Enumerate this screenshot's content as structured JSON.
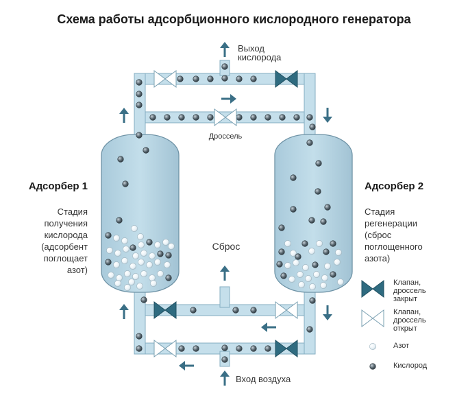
{
  "title": "Схема работы адсорбционного кислородного генератора",
  "outlet_label": [
    "Выход",
    "кислорода"
  ],
  "throttle_label": "Дроссель",
  "vent_label": "Сброс",
  "inlet_label": "Вход воздуха",
  "adsorber_left": {
    "name": "Адсорбер 1",
    "stage_lines": [
      "Стадия",
      "получения",
      "кислорода",
      "(адсорбент",
      "поглощает",
      "азот)"
    ]
  },
  "adsorber_right": {
    "name": "Адсорбер 2",
    "stage_lines": [
      "Стадия",
      "регенерации",
      "(сброс",
      "поглощенного",
      "азота)"
    ]
  },
  "legend": {
    "valve_closed": [
      "Клапан,",
      "дроссель",
      "закрыт"
    ],
    "valve_open": [
      "Клапан,",
      "дроссель",
      "открыт"
    ],
    "nitrogen": "Азот",
    "oxygen": "Кислород"
  },
  "colors": {
    "pipe_fill": "#c5dfeb",
    "pipe_edge": "#84aec2",
    "vessel_fill": "#b3d4e3",
    "vessel_edge": "#6f93a6",
    "arrow": "#3a6f86",
    "valve_closed": "#2f6b80",
    "oxygen": "#4f5d66",
    "nitrogen": "#eef5f9"
  }
}
